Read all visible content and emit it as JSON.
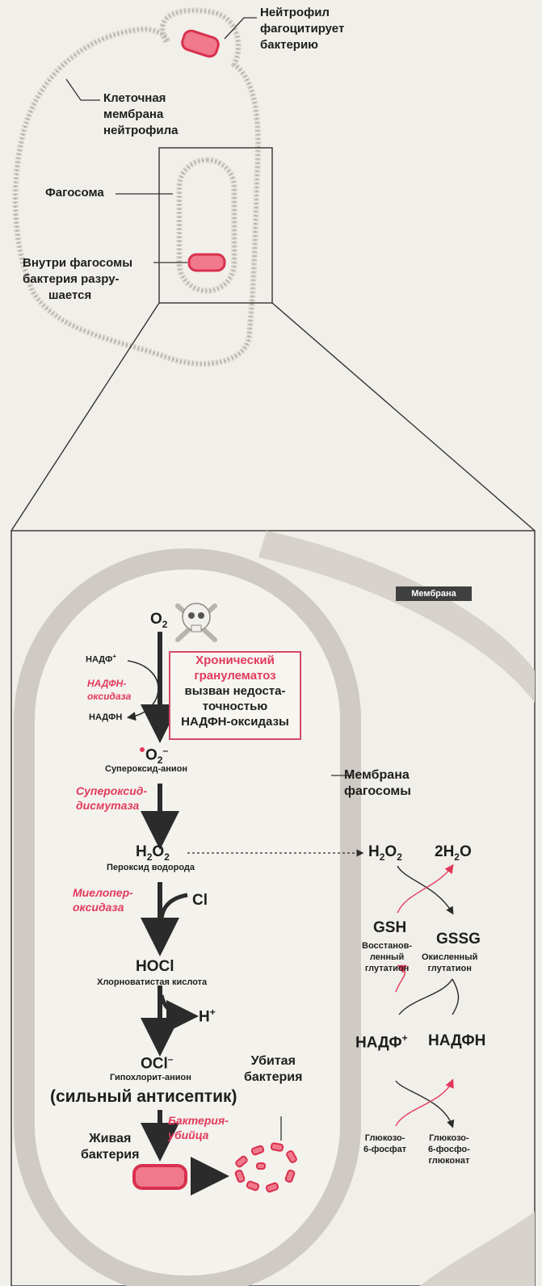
{
  "top": {
    "neutrophil_caption": [
      "Нейтрофил",
      "фагоцитирует",
      "бактерию"
    ],
    "membrane_caption": [
      "Клеточная",
      "мембрана",
      "нейтрофила"
    ],
    "phagosome_label": "Фагосома",
    "inside_caption": [
      "Внутри фагосомы",
      "бактерия разру-",
      "шается"
    ]
  },
  "membrane_badge": "Мембрана",
  "phagosome_membrane_label": [
    "Мембрана",
    "фагосомы"
  ],
  "pathway": {
    "o2": "O",
    "o2_sub": "2",
    "nadp_plus": "НАДФ",
    "nadp_plus_sup": "+",
    "nadph_oxidase": [
      "НАДФН-",
      "оксидаза"
    ],
    "nadph": "НАДФН",
    "superoxide": "O",
    "superoxide_sub": "2",
    "superoxide_sup": "–",
    "superoxide_name": "Супероксид-анион",
    "sod": [
      "Супероксид-",
      "дисмутаза"
    ],
    "h2o2": "H",
    "h2o2_sub": "2",
    "h2o2_tail": "O",
    "h2o2_sub2": "2",
    "h2o2_name": "Пероксид водорода",
    "mpo": [
      "Миелопер-",
      "оксидаза"
    ],
    "cl": "Cl",
    "hocl": "HOCl",
    "hocl_name": "Хлорноватистая кислота",
    "h_plus": "H",
    "h_plus_sup": "+",
    "ocl": "OCl",
    "ocl_sup": "–",
    "ocl_name": "Гипохлорит-анион",
    "antiseptic": "(сильный антисептик)",
    "killer": [
      "Бактерия-",
      "убийца"
    ],
    "live_bacterium": [
      "Живая",
      "бактерия"
    ],
    "killed_bacterium": [
      "Убитая",
      "бактерия"
    ]
  },
  "disease_box": {
    "line1": "Хронический",
    "line2": "гранулематоз",
    "line3": "вызван недоста-",
    "line4": "точностью",
    "line5": "НАДФН-оксидазы"
  },
  "glutathione": {
    "h2o2": "H",
    "h2o2_sub": "2",
    "h2o2_tail": "O",
    "h2o2_sub2": "2",
    "water": "2H",
    "water_sub": "2",
    "water_tail": "O",
    "gsh": "GSH",
    "gsh_name": [
      "Восстанов-",
      "ленный",
      "глутатион"
    ],
    "gssg": "GSSG",
    "gssg_name": [
      "Окисленный",
      "глутатион"
    ],
    "nadp": "НАДФ",
    "nadp_sup": "+",
    "nadph": "НАДФН",
    "g6p": [
      "Глюкозо-",
      "6-фосфат"
    ],
    "gluconate": [
      "Глюкозо-",
      "6-фосфо-",
      "глюконат"
    ]
  },
  "colors": {
    "accent_red": "#e23a5c",
    "membrane_gray": "#cfcac4",
    "arrow_dark": "#2b2b2b",
    "bacterium_fill": "#f07a8c"
  }
}
